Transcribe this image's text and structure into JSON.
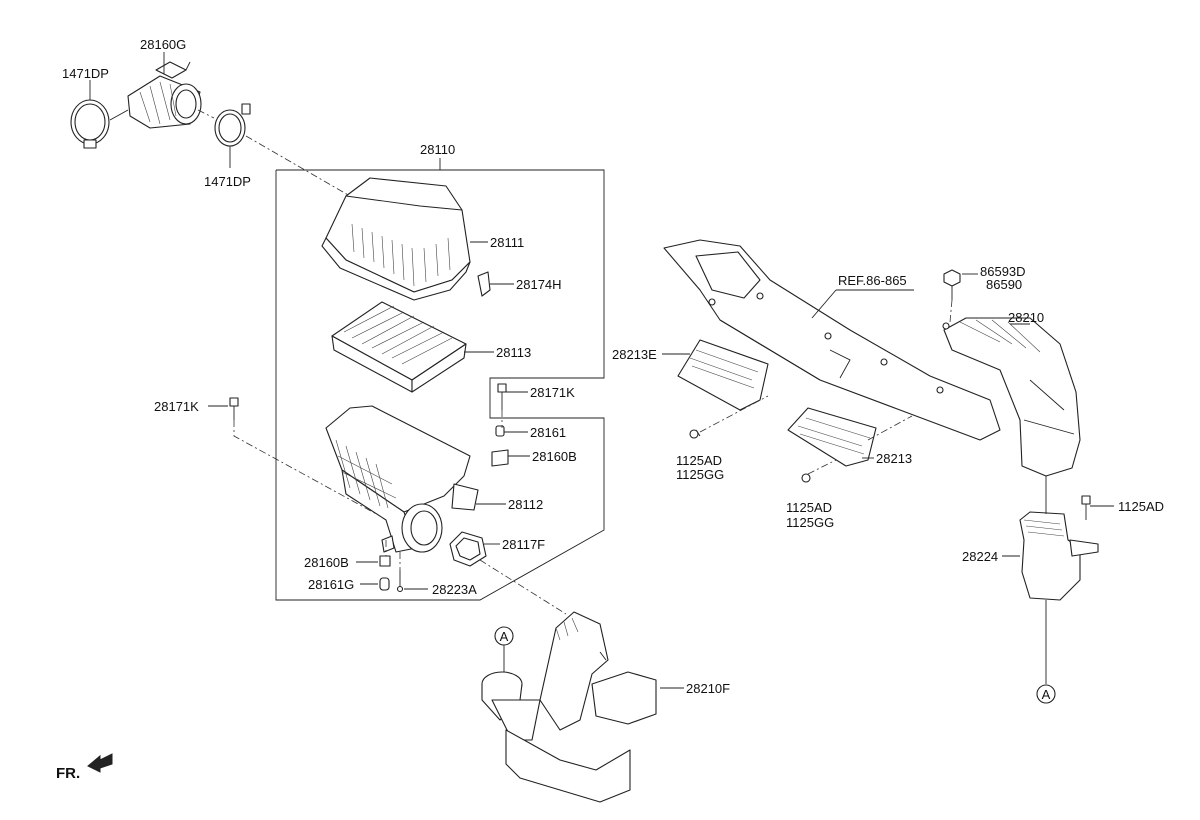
{
  "diagram": {
    "labels": {
      "p28160G": "28160G",
      "p1471DP_a": "1471DP",
      "p1471DP_b": "1471DP",
      "p28110": "28110",
      "p28111": "28111",
      "p28174H": "28174H",
      "p28113": "28113",
      "p28171K_r": "28171K",
      "p28171K_l": "28171K",
      "p28161": "28161",
      "p28160B_r": "28160B",
      "p28112": "28112",
      "p28117F": "28117F",
      "p28160B_l": "28160B",
      "p28161G": "28161G",
      "p28223A": "28223A",
      "p28210F": "28210F",
      "ref": "REF.86-865",
      "p28213E": "28213E",
      "p28213": "28213",
      "p1125AD_a": "1125AD",
      "p1125GG_a": "1125GG",
      "p1125AD_b": "1125AD",
      "p1125GG_b": "1125GG",
      "p86593D": "86593D",
      "p86590": "86590",
      "p28210": "28210",
      "p1125AD_c": "1125AD",
      "p28224": "28224",
      "marker_a1": "A",
      "marker_a2": "A",
      "fr": "FR."
    }
  }
}
